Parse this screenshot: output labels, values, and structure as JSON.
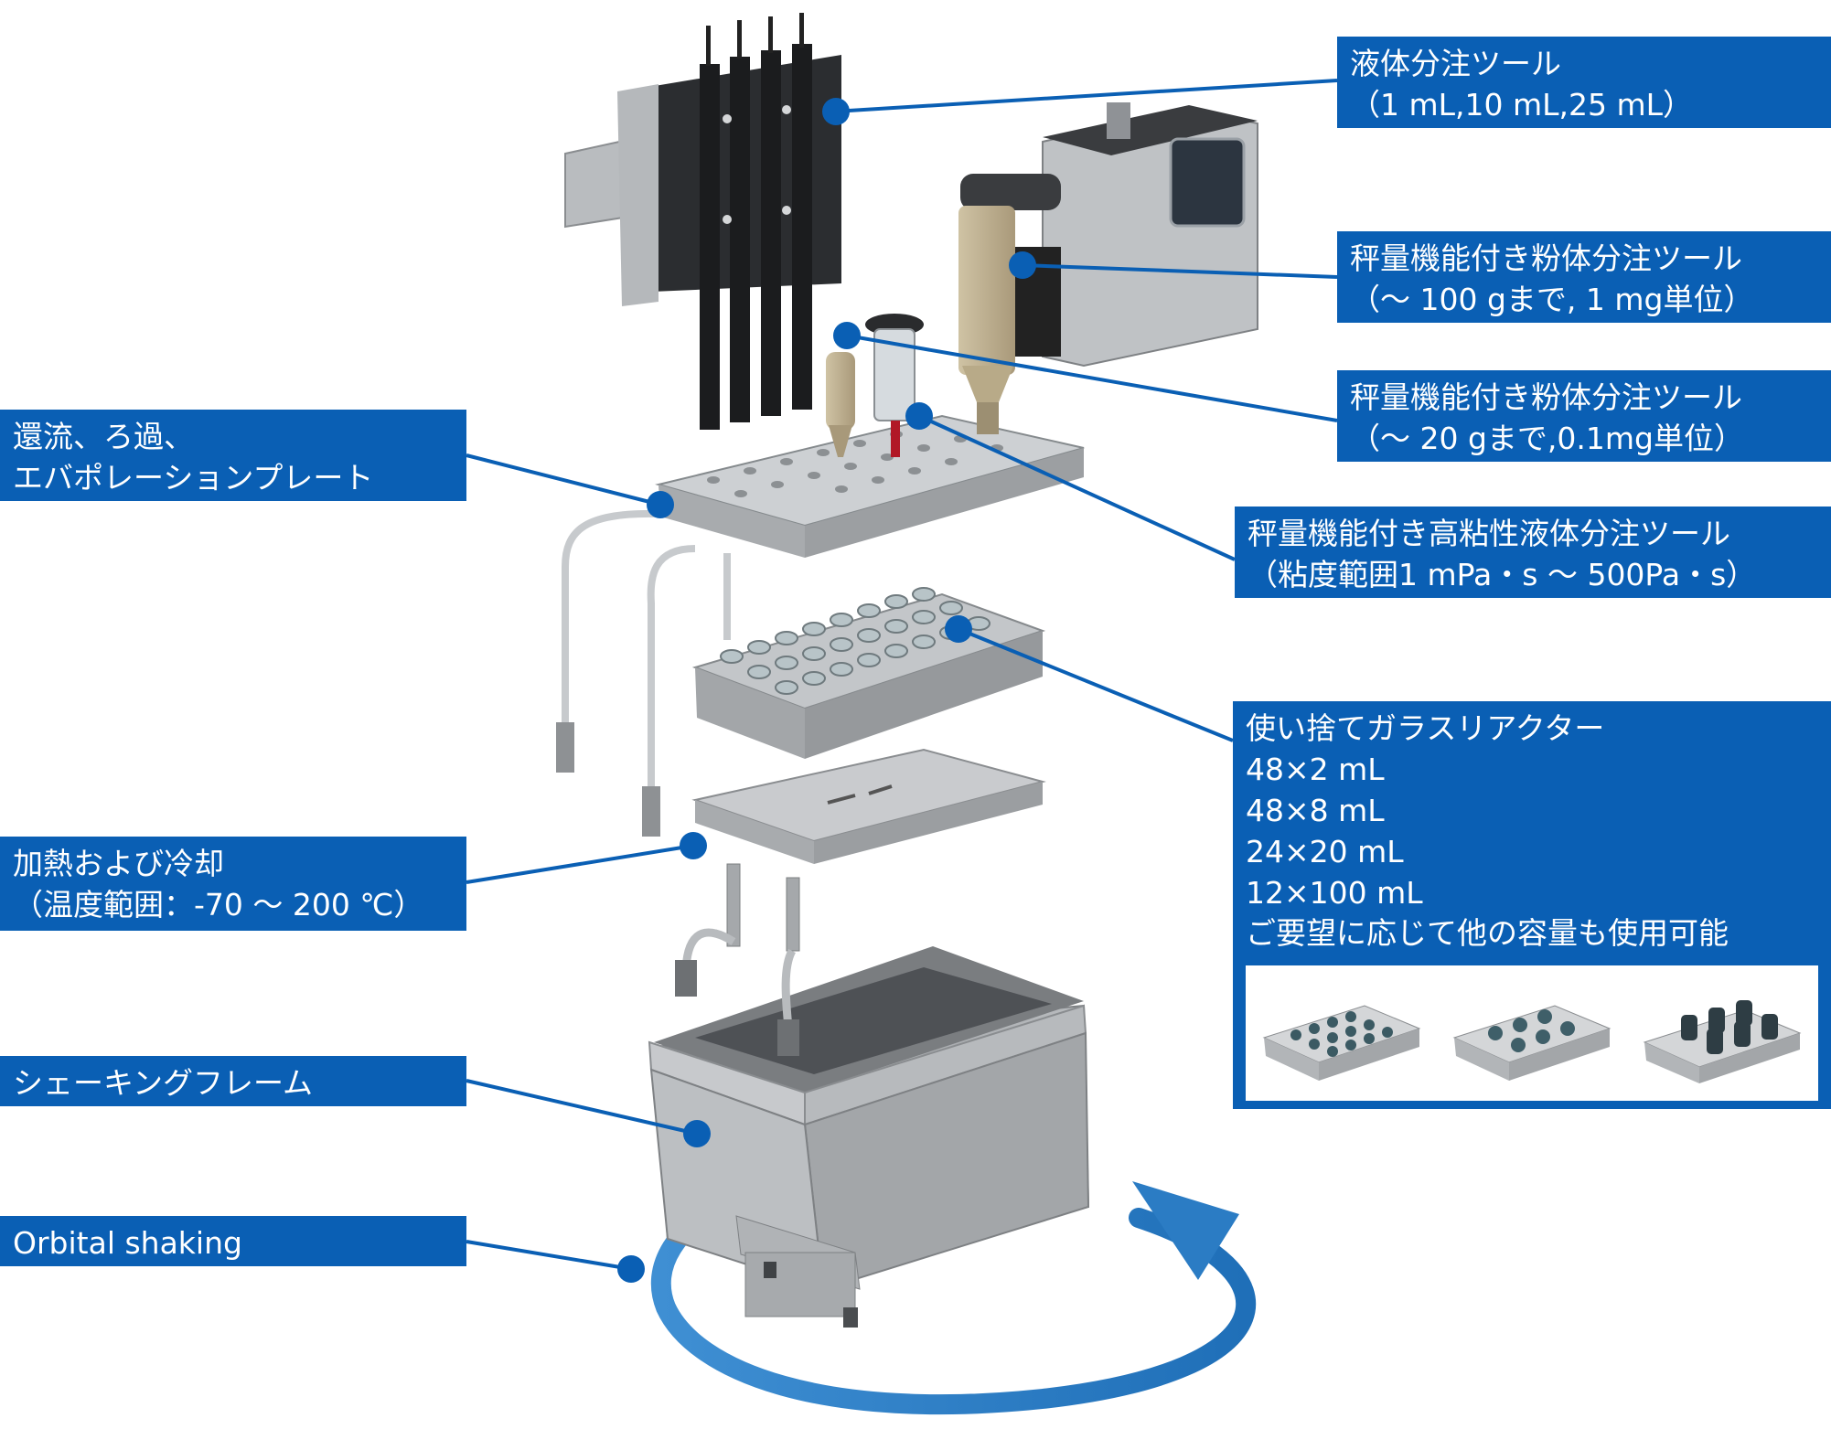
{
  "labels": {
    "liquid_tool": [
      "液体分注ツール",
      "（1 mL,10 mL,25 mL）"
    ],
    "powder_tool_100": [
      "秤量機能付き粉体分注ツール",
      "（～ 100 gまで, 1 mg単位）"
    ],
    "powder_tool_20": [
      "秤量機能付き粉体分注ツール",
      "（～ 20 gまで,0.1mg単位）"
    ],
    "viscous_tool": [
      "秤量機能付き高粘性液体分注ツール",
      "（粘度範囲1 mPa・s ～ 500Pa・s）"
    ],
    "reflux_plate": [
      "還流、ろ過、",
      "エバポレーションプレート"
    ],
    "reactors": [
      "使い捨てガラスリアクター",
      "48×2 mL",
      "48×8 mL",
      "24×20 mL",
      "12×100 mL",
      "ご要望に応じて他の容量も使用可能"
    ],
    "heating": [
      "加熱および冷却",
      "（温度範囲：-70 ～ 200 ℃）"
    ],
    "shaking_frame": [
      "シェーキングフレーム"
    ],
    "orbital": [
      "Orbital shaking"
    ]
  },
  "colors": {
    "label_bg": "#0a5fb4",
    "label_text": "#ffffff",
    "arrow": "#1f74c0",
    "metal": "#a9acaf"
  }
}
